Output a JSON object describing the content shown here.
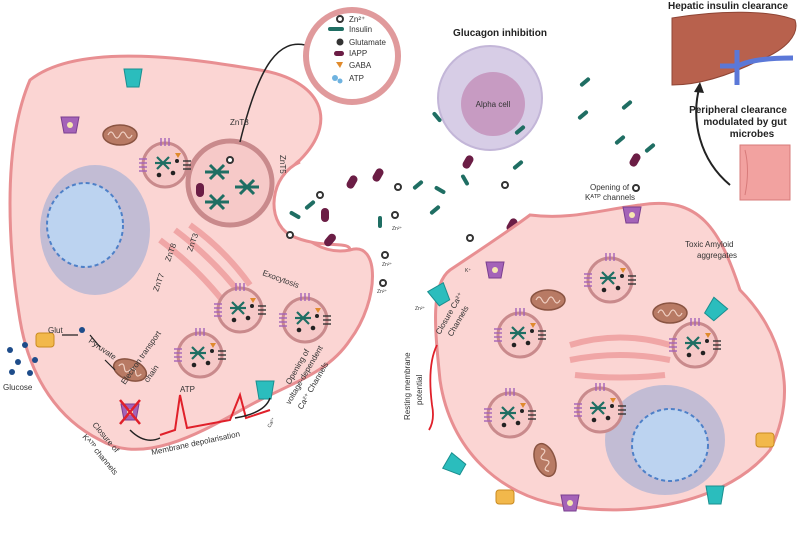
{
  "colors": {
    "cytoplasm": "#fbd5d3",
    "membrane": "#e88f92",
    "insulin": "#1f6e63",
    "iapp": "#6b1d45",
    "gaba": "#e08a2c",
    "atp": "#6fb3e0",
    "zinc": "#333333",
    "ca_channel": "#2bbdbd",
    "katp_channel": "#a463b8",
    "glut": "#f2b84b",
    "alpha_cell": "#d7cde6",
    "liver": "#b8614d",
    "depolarisation_trace": "#e0202a"
  },
  "legend": {
    "items": [
      {
        "icon": "zinc-ion",
        "label": "Zn²⁺"
      },
      {
        "icon": "insulin-rod",
        "label": "Insulin"
      },
      {
        "icon": "glutamate-dot",
        "label": "Glutamate"
      },
      {
        "icon": "iapp-capsule",
        "label": "IAPP"
      },
      {
        "icon": "gaba-triangle",
        "label": "GABA"
      },
      {
        "icon": "atp-molecule",
        "label": "ATP"
      }
    ]
  },
  "alpha": {
    "title": "Glucagon inhibition",
    "cell_label": "Alpha cell"
  },
  "liver": {
    "title": "Hepatic insulin clearance"
  },
  "gut": {
    "lines": [
      "Peripheral clearance",
      "modulated by gut",
      "microbes"
    ]
  },
  "beta_left": {
    "znt8_granule": "ZnT8",
    "znt5": "ZnT5",
    "znt8_golgi": "ZnT8",
    "znt3": "ZnT3",
    "znt7": "ZnT7",
    "exocytosis": "Exocytosis",
    "glut": "Glut",
    "pyruvate": "Pyruvate",
    "etc": [
      "Electron transport",
      "chain"
    ],
    "atp": "ATP",
    "glucose": "Glucose",
    "closure_katp": [
      "Closure of",
      "Kᴬᵀᴾ channels"
    ],
    "depolarisation": "Membrane depolarisation",
    "opening_ca": [
      "Opening of",
      "voltage-dependent",
      "Ca²⁺ Channels"
    ],
    "ca_ion": "Ca²⁺"
  },
  "extracellular": {
    "zn_labels": [
      "Zn²⁺",
      "Zn²⁺",
      "Zn²⁺",
      "Zn²⁺"
    ]
  },
  "beta_right": {
    "opening_katp": [
      "Opening of",
      "Kᴬᵀᴾ channels"
    ],
    "k_ion": "K⁺",
    "toxic": [
      "Toxic Amyloid",
      "aggregates"
    ],
    "closure_ca": [
      "Closure Ca²⁺",
      "Channels"
    ],
    "resting": [
      "Resting membrane",
      "potential"
    ]
  }
}
